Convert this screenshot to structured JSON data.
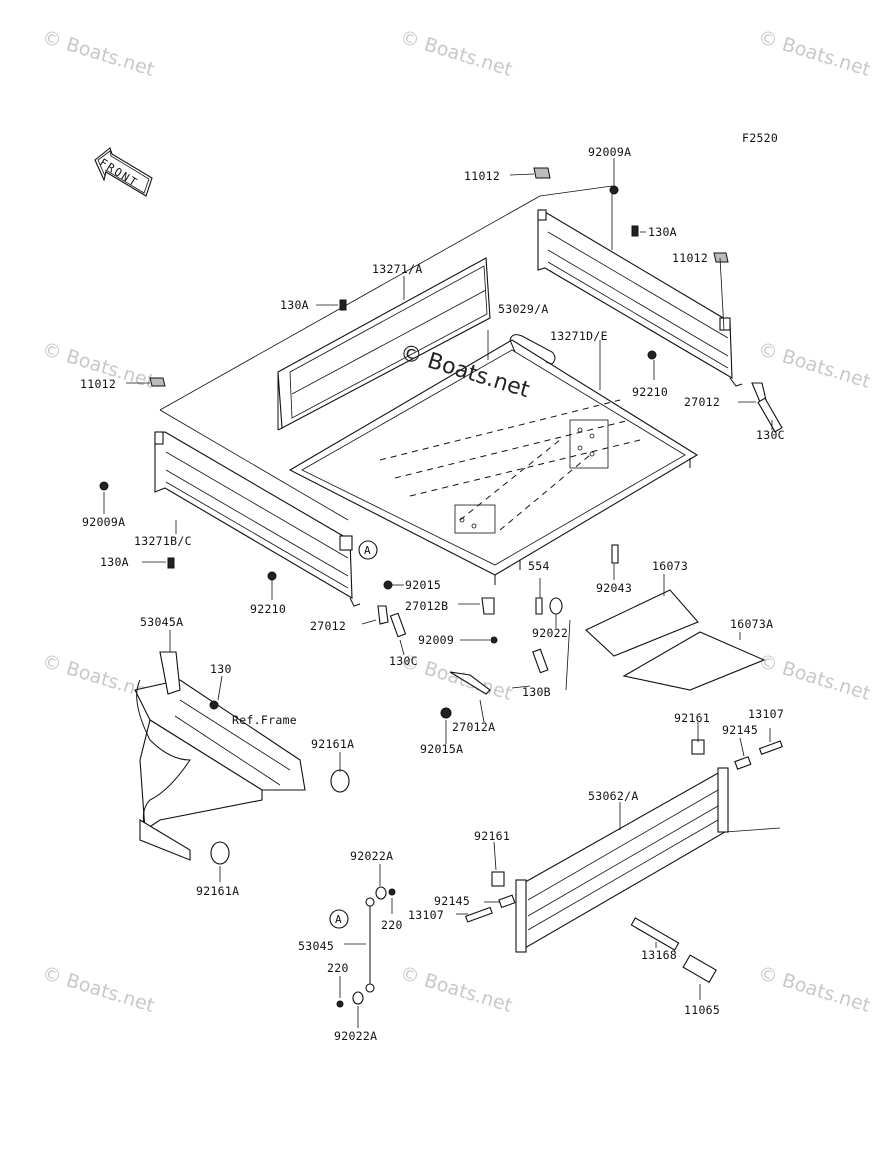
{
  "diagram_code": "F2520",
  "front_label": "FRONT",
  "frame_ref_label": "Ref.Frame",
  "center_watermark": "© Boats.net",
  "watermarks": [
    "© Boats.net",
    "© Boats.net",
    "© Boats.net",
    "© Boats.net",
    "© Boats.net",
    "© Boats.net",
    "© Boats.net",
    "© Boats.net",
    "© Boats.net",
    "© Boats.net",
    "© Boats.net"
  ],
  "callout_marker": "A",
  "parts": [
    "92009A",
    "11012",
    "130A",
    "11012",
    "13271/A",
    "130A",
    "53029/A",
    "13271D/E",
    "11012",
    "92210",
    "27012",
    "130C",
    "92009A",
    "13271B/C",
    "130A",
    "92210",
    "92015",
    "27012B",
    "27012",
    "130C",
    "92009",
    "554",
    "92022",
    "92043",
    "16073",
    "16073A",
    "130B",
    "53045A",
    "130",
    "Ref.Frame",
    "92161A",
    "27012A",
    "92015A",
    "92161",
    "13107",
    "92145",
    "53062/A",
    "92161",
    "92022A",
    "92145",
    "13107",
    "220",
    "53045",
    "220",
    "13168",
    "11065",
    "92161A",
    "92022A"
  ]
}
